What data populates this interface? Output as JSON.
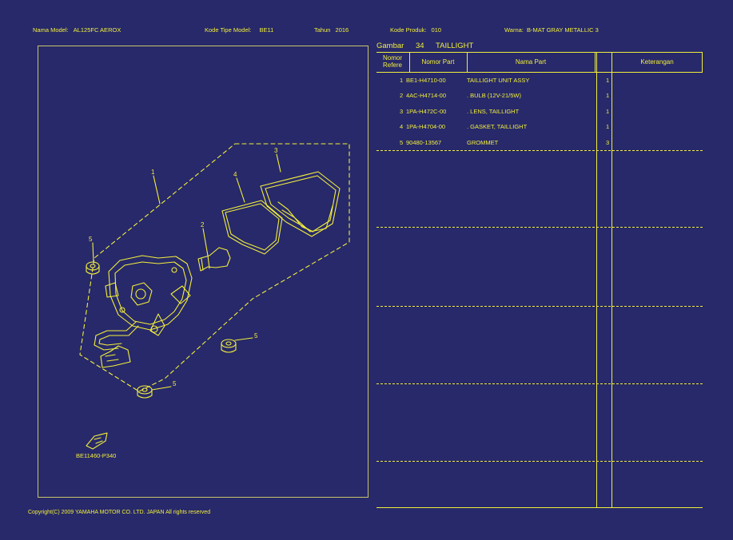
{
  "header": {
    "model_name_label": "Nama Model:",
    "model_name_value": "AL125FC AEROX",
    "model_type_label": "Kode Tipe Model:",
    "model_type_value": "BE11",
    "year_label": "Tahun",
    "year_value": "2016",
    "product_code_label": "Kode Produk:",
    "product_code_value": "010",
    "color_label": "Warna:",
    "color_value": "B-MAT GRAY METALLIC 3"
  },
  "figure": {
    "gambar_label": "Gambar",
    "number": "34",
    "title": "TAILLIGHT",
    "callouts": [
      "1",
      "2",
      "3",
      "4",
      "5",
      "5",
      "5"
    ],
    "diagram_code": "BE11460-P340"
  },
  "table": {
    "headers": {
      "ref": "Nomor Refere",
      "part_no": "Nomor Part",
      "part_name": "Nama Part",
      "qty": "",
      "remarks": "Keterangan"
    },
    "rows": [
      {
        "ref": "1",
        "part_no": "BE1-H4710-00",
        "name": "TAILLIGHT UNIT ASSY",
        "qty": "1"
      },
      {
        "ref": "2",
        "part_no": "4AC-H4714-00",
        "name": ". BULB (12V-21/5W)",
        "qty": "1"
      },
      {
        "ref": "3",
        "part_no": "1PA-H472C-00",
        "name": ". LENS, TAILLIGHT",
        "qty": "1"
      },
      {
        "ref": "4",
        "part_no": "1PA-H4704-00",
        "name": ". GASKET, TAILLIGHT",
        "qty": "1"
      },
      {
        "ref": "5",
        "part_no": "90480-13567",
        "name": "GROMMET",
        "qty": "3"
      }
    ]
  },
  "footer": {
    "copyright": "Copyright(C) 2009 YAMAHA MOTOR CO. LTD. JAPAN All rights reserved"
  },
  "colors": {
    "background": "#27296a",
    "foreground": "#f2ee3c",
    "frame": "#c9c46a"
  }
}
